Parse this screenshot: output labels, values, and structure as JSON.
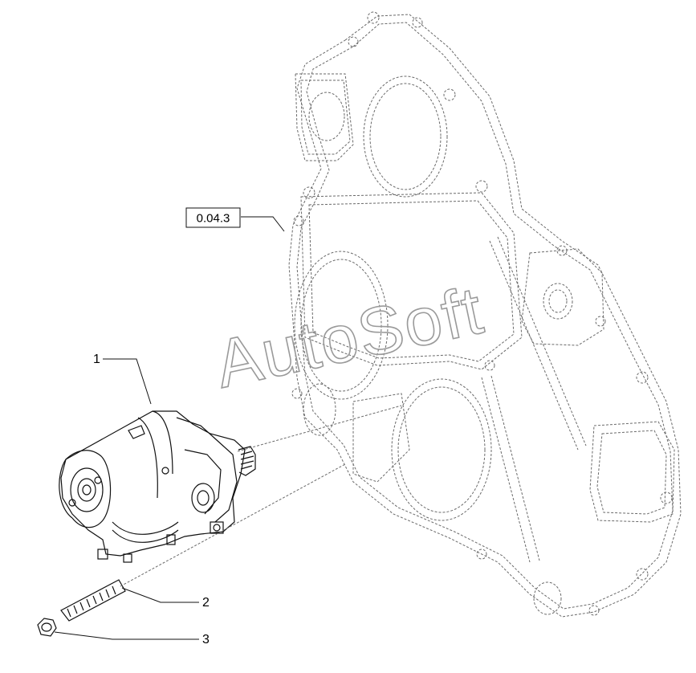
{
  "watermark": "AutoSoft",
  "reference_label": "0.04.3",
  "callouts": [
    {
      "number": "1",
      "part": "starter-motor"
    },
    {
      "number": "2",
      "part": "stud"
    },
    {
      "number": "3",
      "part": "nut"
    }
  ]
}
